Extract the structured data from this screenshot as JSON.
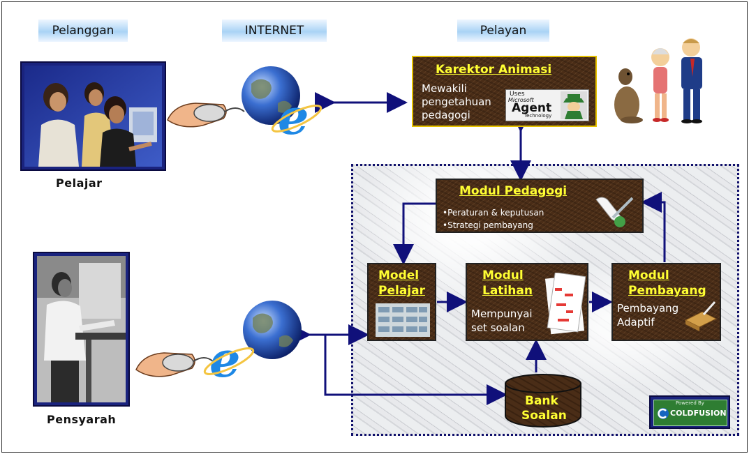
{
  "headers": {
    "client": "Pelanggan",
    "internet": "INTERNET",
    "server": "Pelayan"
  },
  "captions": {
    "student": "Pelajar",
    "lecturer": "Pensyarah"
  },
  "boxes": {
    "animation": {
      "title": "Karektor Animasi",
      "lines": [
        "Mewakili",
        "pengetahuan",
        "pedagogi"
      ],
      "badge_uses": "Uses",
      "badge_ms": "Microsoft",
      "badge_agent": "Agent",
      "badge_tech": "Technology"
    },
    "pedagogy": {
      "title": "Modul Pedagogi",
      "bullets": [
        "•Peraturan & keputusan",
        "•Strategi pembayang"
      ]
    },
    "student_model": {
      "title_1": "Model",
      "title_2": "Pelajar"
    },
    "exercise": {
      "title_1": "Modul",
      "title_2": "Latihan",
      "lines": [
        "Mempunyai",
        "set soalan"
      ]
    },
    "hint": {
      "title_1": "Modul",
      "title_2": "Pembayang",
      "lines": [
        "Pembayang",
        "Adaptif"
      ]
    },
    "bank": {
      "line_1": "Bank",
      "line_2": "Soalan"
    }
  },
  "logo": {
    "powered": "Powered By",
    "name": "COLDFUSION"
  },
  "colors": {
    "arrow": "#10107a",
    "title_yellow": "#ffff33",
    "box_brown": "#4a2d17",
    "frame_navy": "#1a237e"
  }
}
